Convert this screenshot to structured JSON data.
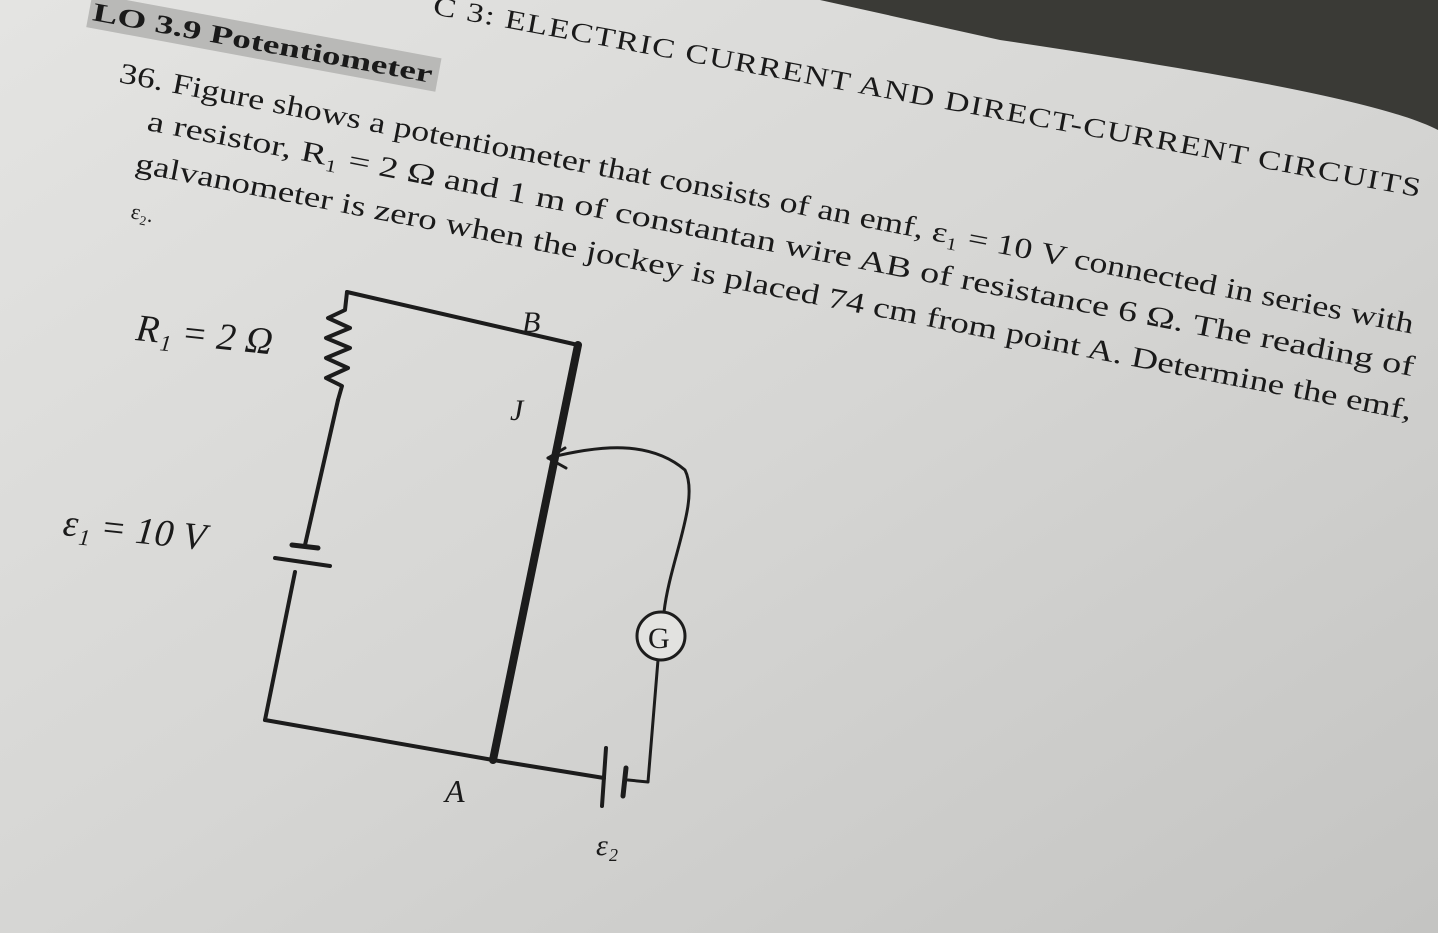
{
  "page": {
    "chapter_heading": "C 3: ELECTRIC CURRENT AND DIRECT-CURRENT CIRCUITS",
    "section_tag": "LO 3.9 Potentiometer",
    "question": {
      "lines": [
        "36. Figure shows a potentiometer that consists of an emf, ε₁ = 10 V connected in series with",
        "a resistor, R₁ = 2 Ω and 1 m of constantan wire AB of resistance 6 Ω. The reading of",
        "galvanometer is zero when the jockey is placed 74 cm from point A. Determine the emf,",
        "ε₂."
      ]
    },
    "circuit": {
      "resistor_label": "R₁ = 2 Ω",
      "emf1_label": "ε₁ = 10 V",
      "point_b": "B",
      "point_j": "J",
      "point_a": "A",
      "galvanometer": "G",
      "emf2_label": "ε₂"
    }
  }
}
